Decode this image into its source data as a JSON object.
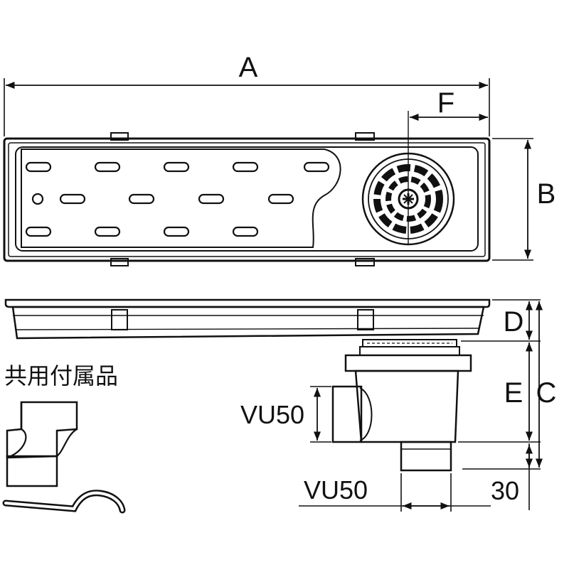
{
  "dimensions": {
    "a": "A",
    "b": "B",
    "c": "C",
    "d": "D",
    "e": "E",
    "f": "F",
    "outlet_side": "VU50",
    "outlet_bottom": "VU50",
    "offset": "30"
  },
  "accessories": {
    "label": "共用付属品"
  },
  "colors": {
    "line": "#111111",
    "fill": "#ffffff"
  }
}
